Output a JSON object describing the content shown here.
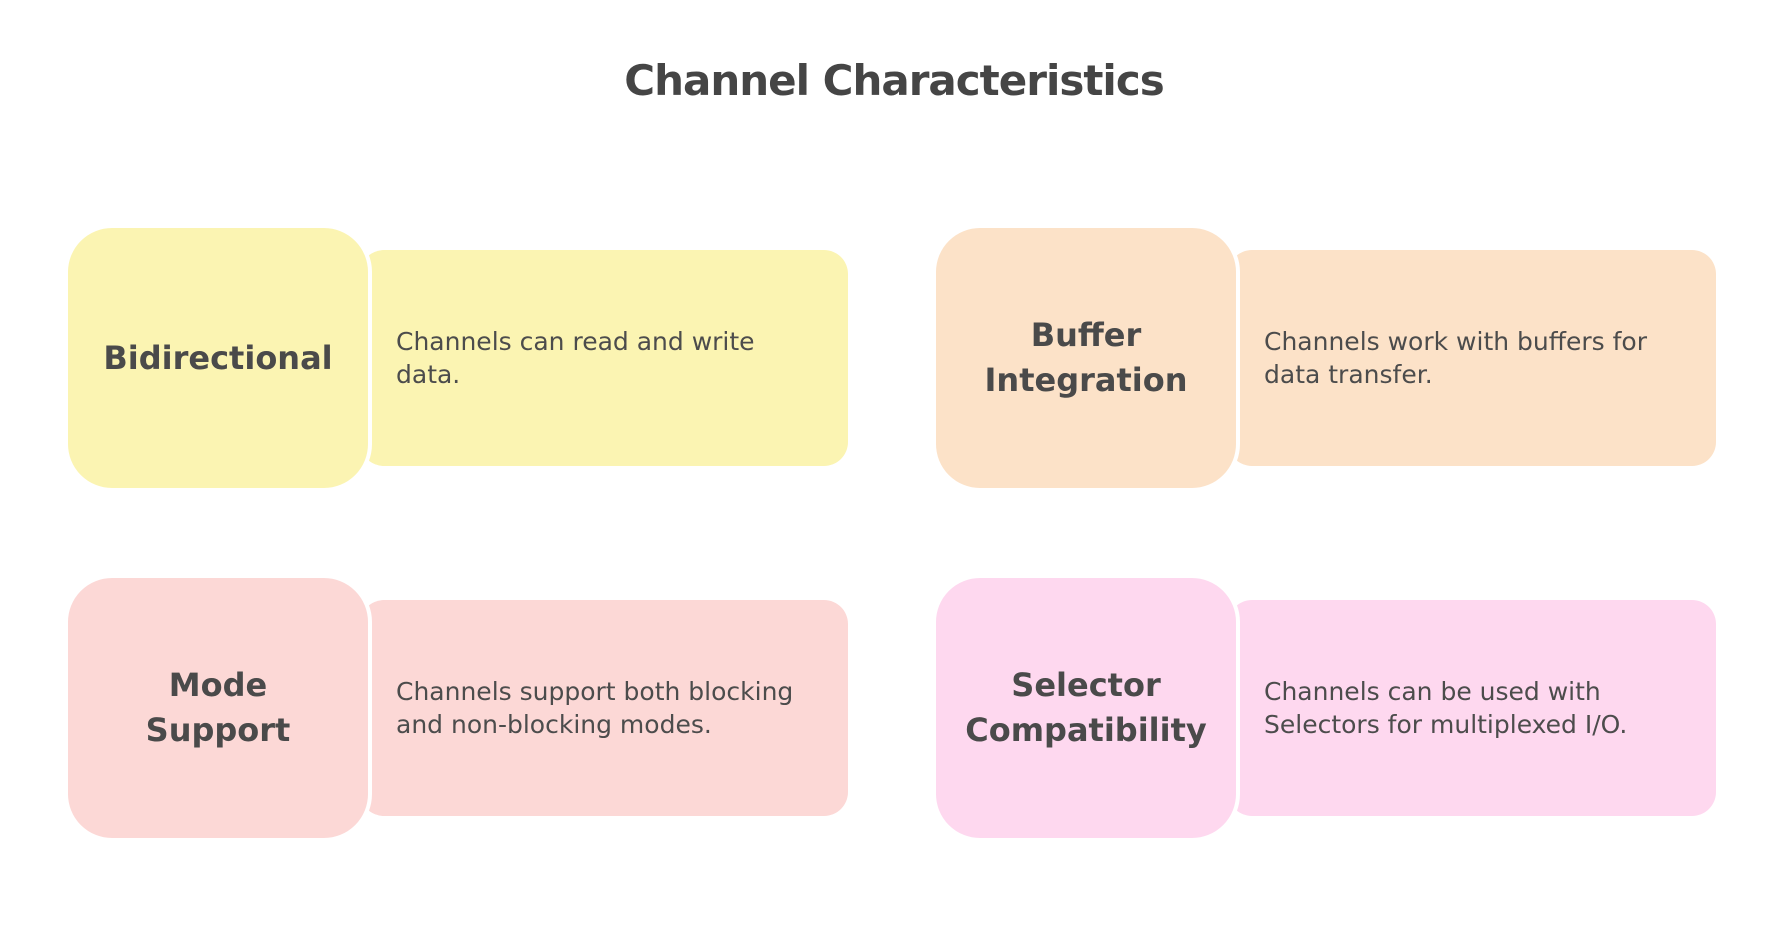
{
  "page": {
    "title": "Channel Characteristics",
    "background_color": "#ffffff",
    "title_color": "#454545",
    "text_color": "#4a4a4a"
  },
  "cards": [
    {
      "id": "bidirectional",
      "label": "Bidirectional",
      "description": "Channels can read and write\ndata.",
      "color": "#fbf4b2"
    },
    {
      "id": "buffer-integration",
      "label": "Buffer\nIntegration",
      "description": "Channels work with buffers for\ndata transfer.",
      "color": "#fce2c8"
    },
    {
      "id": "mode-support",
      "label": "Mode\nSupport",
      "description": "Channels support both blocking\nand non-blocking modes.",
      "color": "#fcd8d6"
    },
    {
      "id": "selector-compatibility",
      "label": "Selector\nCompatibility",
      "description": "Channels can be used with\nSelectors for multiplexed I/O.",
      "color": "#fed8ef"
    }
  ]
}
